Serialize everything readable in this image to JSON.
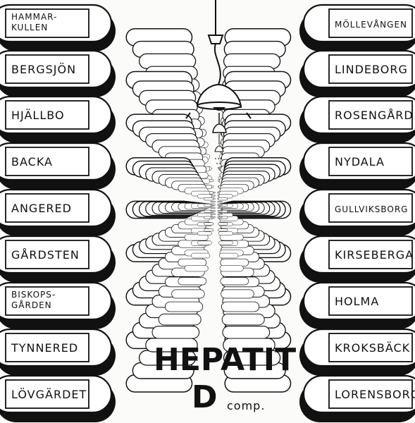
{
  "cover": {
    "title_line1": "HEPATIT",
    "title_line2": "D",
    "subtitle": "comp.",
    "ceiling_lamp_icon": "hanging-lamp-icon"
  },
  "left_column": [
    [
      "HAMMAR-",
      "KULLEN"
    ],
    [
      "BERGSJÖN"
    ],
    [
      "HJÄLLBO"
    ],
    [
      "BACKA"
    ],
    [
      "ANGERED"
    ],
    [
      "GÅRDSTEN"
    ],
    [
      "BISKOPS-",
      "GÅRDEN"
    ],
    [
      "TYNNERED"
    ],
    [
      "LÖVGÄRDET"
    ]
  ],
  "right_column": [
    [
      "MÖLLEVÅNGEN"
    ],
    [
      "LINDEBORG"
    ],
    [
      "ROSENGÅRD"
    ],
    [
      "NYDALA"
    ],
    [
      "GULLVIKSBORG"
    ],
    [
      "KIRSEBERGA"
    ],
    [
      "HOLMA"
    ],
    [
      "KROKSBÄCK"
    ],
    [
      "LORENSBORG"
    ]
  ],
  "colors": {
    "ink": "#111111",
    "paper": "#fbfbf9"
  }
}
